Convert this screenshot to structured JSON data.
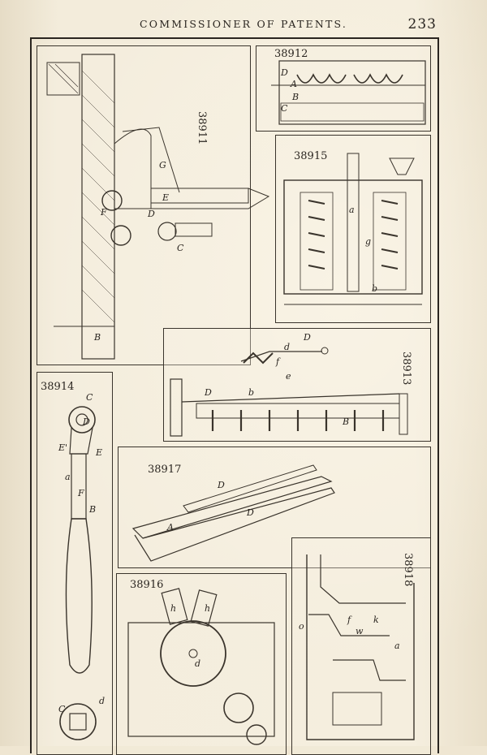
{
  "header": {
    "title": "COMMISSIONER OF PATENTS.",
    "page_number": "233"
  },
  "figures": {
    "f38911": {
      "number": "38911",
      "letters": [
        "G",
        "F",
        "E",
        "D",
        "C",
        "B"
      ]
    },
    "f38912": {
      "number": "38912",
      "letters": [
        "D",
        "A",
        "B",
        "C"
      ]
    },
    "f38915": {
      "number": "38915",
      "letters": [
        "a",
        "g",
        "b"
      ]
    },
    "f38913": {
      "number": "38913",
      "letters": [
        "D",
        "d",
        "f",
        "e",
        "D",
        "b",
        "B"
      ]
    },
    "f38914": {
      "number": "38914",
      "letters": [
        "C",
        "D",
        "E'",
        "E",
        "a",
        "F",
        "B",
        "C",
        "d"
      ]
    },
    "f38917": {
      "number": "38917",
      "letters": [
        "D",
        "D",
        "A"
      ]
    },
    "f38916": {
      "number": "38916",
      "letters": [
        "h",
        "h",
        "d"
      ]
    },
    "f38918": {
      "number": "38918",
      "letters": [
        "o",
        "f",
        "w",
        "k",
        "a"
      ]
    }
  }
}
